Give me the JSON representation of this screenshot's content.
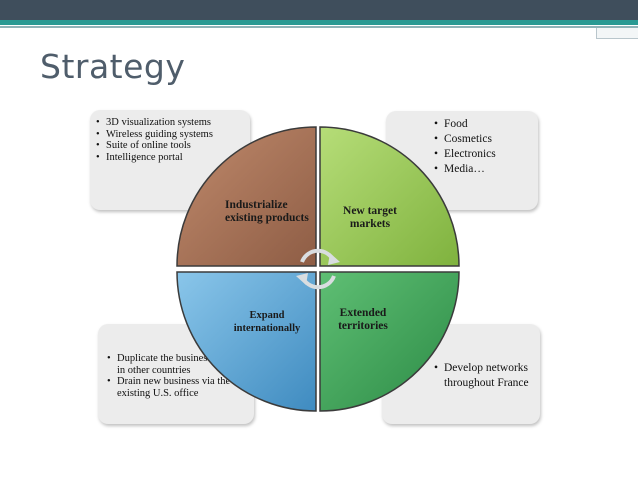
{
  "slide": {
    "title": "Strategy"
  },
  "quadrants": {
    "top_left": "Industrialize existing products",
    "top_right": "New target markets",
    "bottom_left": "Expand internationally",
    "bottom_right": "Extended territories"
  },
  "callouts": {
    "top_left": [
      "3D visualization systems",
      "Wireless guiding systems",
      "Suite of online tools",
      "Intelligence portal"
    ],
    "top_right": [
      "Food",
      "Cosmetics",
      "Electronics",
      "Media…"
    ],
    "bottom_left": [
      "Duplicate the business model in other countries",
      "Drain new business via the existing U.S. office"
    ],
    "bottom_right": [
      "Develop networks throughout France"
    ]
  },
  "colors": {
    "top_left": "#a5745b",
    "top_right": "#9ccc57",
    "bottom_left": "#5fa9d6",
    "bottom_right": "#3fa35c",
    "callout_bg": "#ececec",
    "title": "#4f5d6b",
    "header_bar": "#3f4e5c",
    "header_accent": "#2a9a93"
  },
  "icons": [
    "cycle-arrows-icon"
  ]
}
